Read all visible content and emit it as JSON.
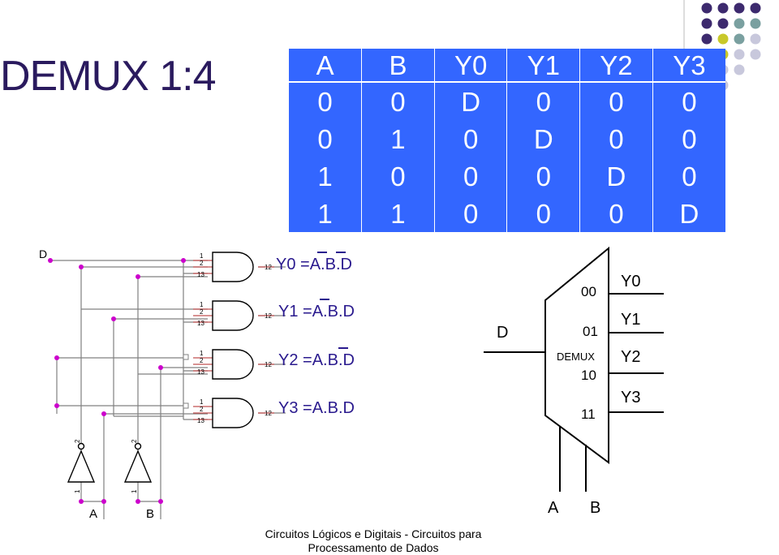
{
  "title": "DEMUX 1:4",
  "truth_table": {
    "headers": [
      "A",
      "B",
      "Y0",
      "Y1",
      "Y2",
      "Y3"
    ],
    "rows": [
      [
        "0",
        "0",
        "D",
        "0",
        "0",
        "0"
      ],
      [
        "0",
        "1",
        "0",
        "D",
        "0",
        "0"
      ],
      [
        "1",
        "0",
        "0",
        "0",
        "D",
        "0"
      ],
      [
        "1",
        "1",
        "0",
        "0",
        "0",
        "D"
      ]
    ],
    "colors": {
      "background": "#3366ff",
      "text": "#ffffff"
    }
  },
  "circuit": {
    "input_d": "D",
    "input_a": "A",
    "input_b": "B",
    "pin_in_1": "1",
    "pin_in_2": "2",
    "pin_in_3": "13",
    "pin_out": "12",
    "equations": [
      {
        "out": "Y0 =",
        "a": "A",
        "dot1": ".",
        "b": "B",
        "dot2": ".D"
      },
      {
        "out": "Y1 =",
        "a": "A",
        "dot1": ".",
        "b": "B",
        "dot2": ".D"
      },
      {
        "out": "Y2 =",
        "a": "A",
        "dot1": ".",
        "b": "B",
        "dot2": ".D"
      },
      {
        "out": "Y3 =",
        "a": "A",
        "dot1": ".",
        "b": "B",
        "dot2": ".D"
      }
    ],
    "inverter_pin_top": "2",
    "inverter_pin_bottom": "1",
    "colors": {
      "wire": "#808080",
      "pin": "#c05050",
      "node": "#cc00cc"
    }
  },
  "demux_block": {
    "input": "D",
    "label": "DEMUX",
    "selects": [
      "00",
      "01",
      "10",
      "11"
    ],
    "outputs": [
      "Y0",
      "Y1",
      "Y2",
      "Y3"
    ],
    "input_a": "A",
    "input_b": "B"
  },
  "footer": {
    "line1": "Circuitos Lógicos e Digitais - Circuitos para",
    "line2": "Processamento de Dados"
  },
  "decoration_colors": [
    "#3d2a6e",
    "#c8c82a",
    "#7aa0a0",
    "#c8c8dc"
  ]
}
